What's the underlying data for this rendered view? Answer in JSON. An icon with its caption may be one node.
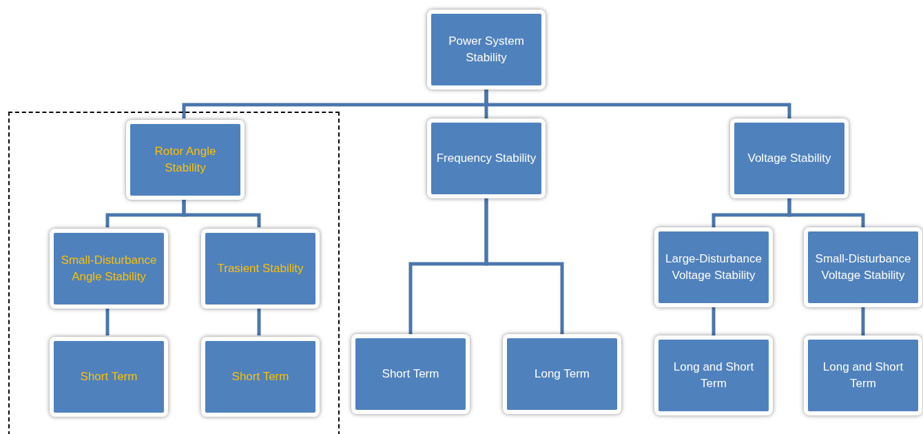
{
  "diagram": {
    "nodes": [
      {
        "text": [
          "Power System Stability"
        ]
      },
      {
        "text": [],
        "shape": "box"
      },
      {
        "text": [
          "Rotor Angle Stability"
        ],
        "in": 1
      },
      {
        "text": [
          "Frequency Stability"
        ]
      },
      {
        "text": [
          "Voltage Stability"
        ]
      },
      {
        "text": [
          "Small-Disturbance Angle Stability"
        ],
        "in": 1
      },
      {
        "text": [
          "Trasient Stability"
        ],
        "in": 1
      },
      {
        "text": [
          "Short Term"
        ],
        "in": 1
      },
      {
        "text": [
          "Short Term"
        ],
        "in": 1
      },
      {
        "text": [
          "Short Term"
        ]
      },
      {
        "text": [
          "Long Term"
        ]
      },
      {
        "text": [
          "Large-Disturbance Voltage Stability"
        ]
      },
      {
        "text": [
          "Small-Disturbance Voltage Stability"
        ]
      },
      {
        "text": [
          "Long and Short Term"
        ]
      },
      {
        "text": [
          "Long and Short Term"
        ]
      }
    ],
    "edges": [
      {
        "from": 0,
        "to": 2,
        "arrow": "none"
      },
      {
        "from": 0,
        "to": 3,
        "arrow": "none"
      },
      {
        "from": 0,
        "to": 4,
        "arrow": "none"
      },
      {
        "from": 2,
        "to": 5,
        "arrow": "none"
      },
      {
        "from": 2,
        "to": 6,
        "arrow": "none"
      },
      {
        "from": 5,
        "to": 7,
        "arrow": "none"
      },
      {
        "from": 6,
        "to": 8,
        "arrow": "none"
      },
      {
        "from": 3,
        "to": 9,
        "arrow": "none"
      },
      {
        "from": 3,
        "to": 10,
        "arrow": "none"
      },
      {
        "from": 4,
        "to": 11,
        "arrow": "none"
      },
      {
        "from": 4,
        "to": 12,
        "arrow": "none"
      },
      {
        "from": 11,
        "to": 13,
        "arrow": "none"
      },
      {
        "from": 12,
        "to": 14,
        "arrow": "none"
      }
    ]
  }
}
